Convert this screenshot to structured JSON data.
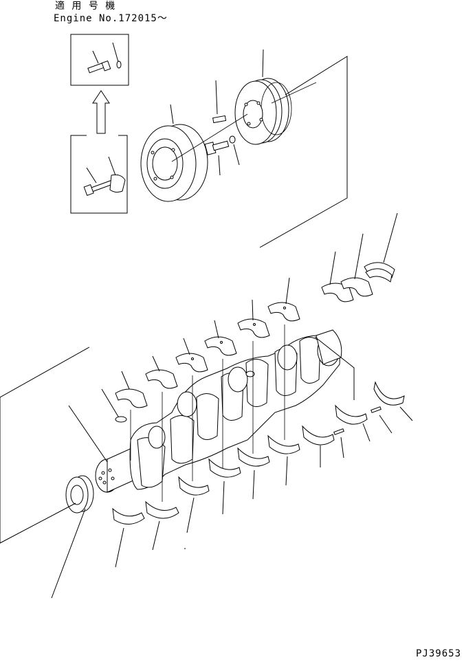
{
  "header": {
    "applicable_label": "適 用 号 機",
    "engine_label": "Engine No.172015～"
  },
  "footer": {
    "figure_code": "PJ39653"
  }
}
